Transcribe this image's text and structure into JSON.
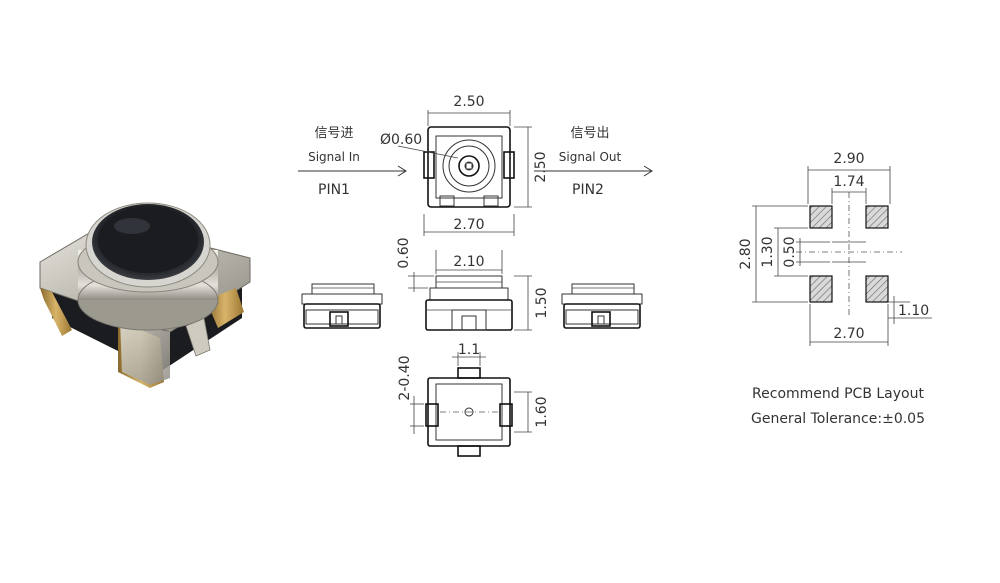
{
  "top_view": {
    "dim_top": "2.50",
    "dim_right": "2.50",
    "dim_bottom": "2.70",
    "dim_hole": "Ø0.60"
  },
  "signal_in": {
    "cn": "信号进",
    "en": "Signal In",
    "pin": "PIN1"
  },
  "signal_out": {
    "cn": "信号出",
    "en": "Signal Out",
    "pin": "PIN2"
  },
  "front_view": {
    "dim_width": "2.10",
    "dim_height_top": "0.60",
    "dim_height": "1.50"
  },
  "bottom_view": {
    "dim_top": "1.1",
    "dim_left": "2-0.40",
    "dim_right": "1.60"
  },
  "pcb_layout": {
    "dim_top": "2.90",
    "dim_inner_top": "1.74",
    "dim_left": "2.80",
    "dim_left_inner": "1.30",
    "dim_center": "0.50",
    "dim_right": "1.10",
    "dim_bottom": "2.70",
    "caption_1": "Recommend PCB Layout",
    "caption_2": "General Tolerance:±0.05"
  }
}
